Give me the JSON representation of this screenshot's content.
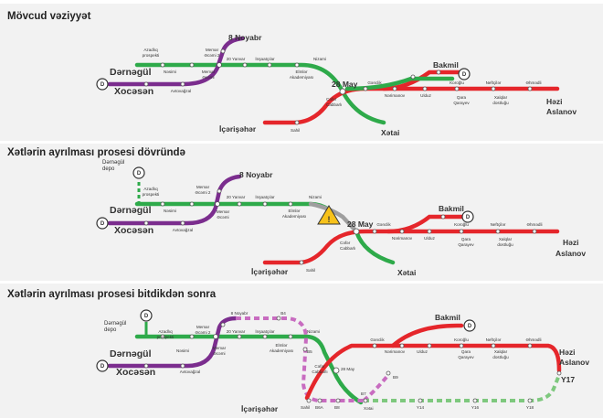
{
  "colors": {
    "green": "#2eaa4a",
    "red": "#e5262b",
    "purple": "#7b2d8e",
    "grey": "#9e9e9e",
    "dashed_purple": "#c86cc0",
    "dashed_green": "#7ec87e",
    "warning": "#f7c21b",
    "panel_bg": "#f2f2f2"
  },
  "panels": [
    {
      "title": "Mövcud vəziyyət"
    },
    {
      "title": "Xətlərin ayrılması prosesi dövründə"
    },
    {
      "title": "Xətlərin ayrılması prosesi bitdikdən sonra"
    }
  ],
  "depot_marker": "D",
  "warning_icon": "⚠",
  "p1": {
    "derneguel": "Dərnəgül",
    "xocesen": "Xocəsən",
    "azadliq": [
      "Azadlıq",
      "prospekti"
    ],
    "nesimi": "Nəsimi",
    "avtovagzal": "Avtovağzal",
    "memar": [
      "Memar",
      "Əcəmi 2"
    ],
    "memar_b": [
      "Memar",
      "Əcəmi"
    ],
    "noyabr": "8 Noyabr",
    "yanvar": "20 Yanvar",
    "inshaatcilar": "İnşaatçılar",
    "elmler": [
      "Elmlər",
      "Akademiyası"
    ],
    "nizami": "Nizami",
    "may": "28 May",
    "cefer": [
      "Cəfər",
      "Cabbarlı"
    ],
    "genclik": "Gənclik",
    "nerimanov": "Nərimanov",
    "ulduz": "Ulduz",
    "bakmil": "Bakmil",
    "koroglu": "Koroğlu",
    "qara": [
      "Qara",
      "Qarayev"
    ],
    "neftciler": "Neftçilər",
    "xalqlar": [
      "Xalqlar",
      "dostluğu"
    ],
    "ehmedli": "Əhmədli",
    "hezi": [
      "Həzi",
      "Aslanov"
    ],
    "iceriseher": "İçərişəhər",
    "sahil": "Sahil",
    "xetai": "Xətai"
  },
  "p2": {
    "depo": [
      "Dərnəgül",
      "depo"
    ],
    "derneguel": "Dərnəgül",
    "xocesen": "Xocəsən",
    "azadliq": [
      "Azadlıq",
      "prospekti"
    ],
    "nesimi": "Nəsimi",
    "avtovagzal": "Avtovağzal",
    "memar": [
      "Memar",
      "Əcəmi 2"
    ],
    "memar_b": [
      "Memar",
      "Əcəmi"
    ],
    "noyabr": "8 Noyabr",
    "yanvar": "20 Yanvar",
    "inshaatcilar": "İnşaatçılar",
    "elmler": [
      "Elmlər",
      "Akademiyası"
    ],
    "nizami": "Nizami",
    "may": "28 May",
    "cefer": [
      "Cəfər",
      "Cabbarlı"
    ],
    "genclik": "Gənclik",
    "nerimanov": "Nərimanov",
    "ulduz": "Ulduz",
    "bakmil": "Bakmil",
    "koroglu": "Koroğlu",
    "qara": [
      "Qara",
      "Qarayev"
    ],
    "neftciler": "Neftçilər",
    "xalqlar": [
      "Xalqlar",
      "dostluğu"
    ],
    "ehmedli": "Əhmədli",
    "hezi": [
      "Həzi",
      "Aslanov"
    ],
    "iceriseher": "İçərişəhər",
    "sahil": "Sahil",
    "xetai": "Xətai"
  },
  "p3": {
    "depo": [
      "Dərnəgül",
      "depo"
    ],
    "derneguel": "Dərnəgül",
    "xocesen": "Xocəsən",
    "azadliq": [
      "Azadlıq",
      "prospekti"
    ],
    "nesimi": "Nəsimi",
    "avtovagzal": "Avtovağzal",
    "memar": [
      "Memar",
      "Əcəmi 2"
    ],
    "memar_b": [
      "Memar",
      "Əcəmi"
    ],
    "noyabr": "8 Noyabr",
    "b4": "B4",
    "yanvar": "20 Yanvar",
    "inshaatcilar": "İnşaatçılar",
    "elmler": [
      "Elmlər",
      "Akademiyası"
    ],
    "nizami": "Nizami",
    "b5": "B5",
    "may": "28 May",
    "cefer": [
      "Cəfər",
      "Cabbarlı"
    ],
    "genclik": "Gənclik",
    "nerimanov": "Nərimanov",
    "ulduz": "Ulduz",
    "bakmil": "Bakmil",
    "koroglu": "Koroğlu",
    "qara": [
      "Qara",
      "Qarayev"
    ],
    "neftciler": "Neftçilər",
    "xalqlar": [
      "Xalqlar",
      "dostluğu"
    ],
    "ehmedli": "Əhmədli",
    "hezi": [
      "Həzi",
      "Aslanov"
    ],
    "y17": "Y17",
    "iceriseher": "İçərişəhər",
    "sahil": "Sahil",
    "b6a": "B6A",
    "b8": "B8",
    "b7": "B7",
    "b9": "B9",
    "xetai": "Xətai",
    "y14": "Y14",
    "y16": "Y16",
    "y18": "Y18"
  }
}
